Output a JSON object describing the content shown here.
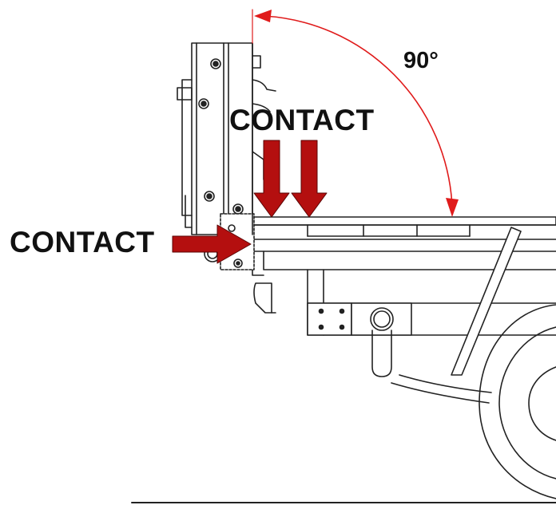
{
  "labels": {
    "contact_top": "CONTACT",
    "contact_side": "CONTACT",
    "angle": "90°"
  },
  "colors": {
    "arrow_fill": "#b40f0f",
    "angle_arc": "#e01b1b",
    "line_art": "#222222"
  }
}
